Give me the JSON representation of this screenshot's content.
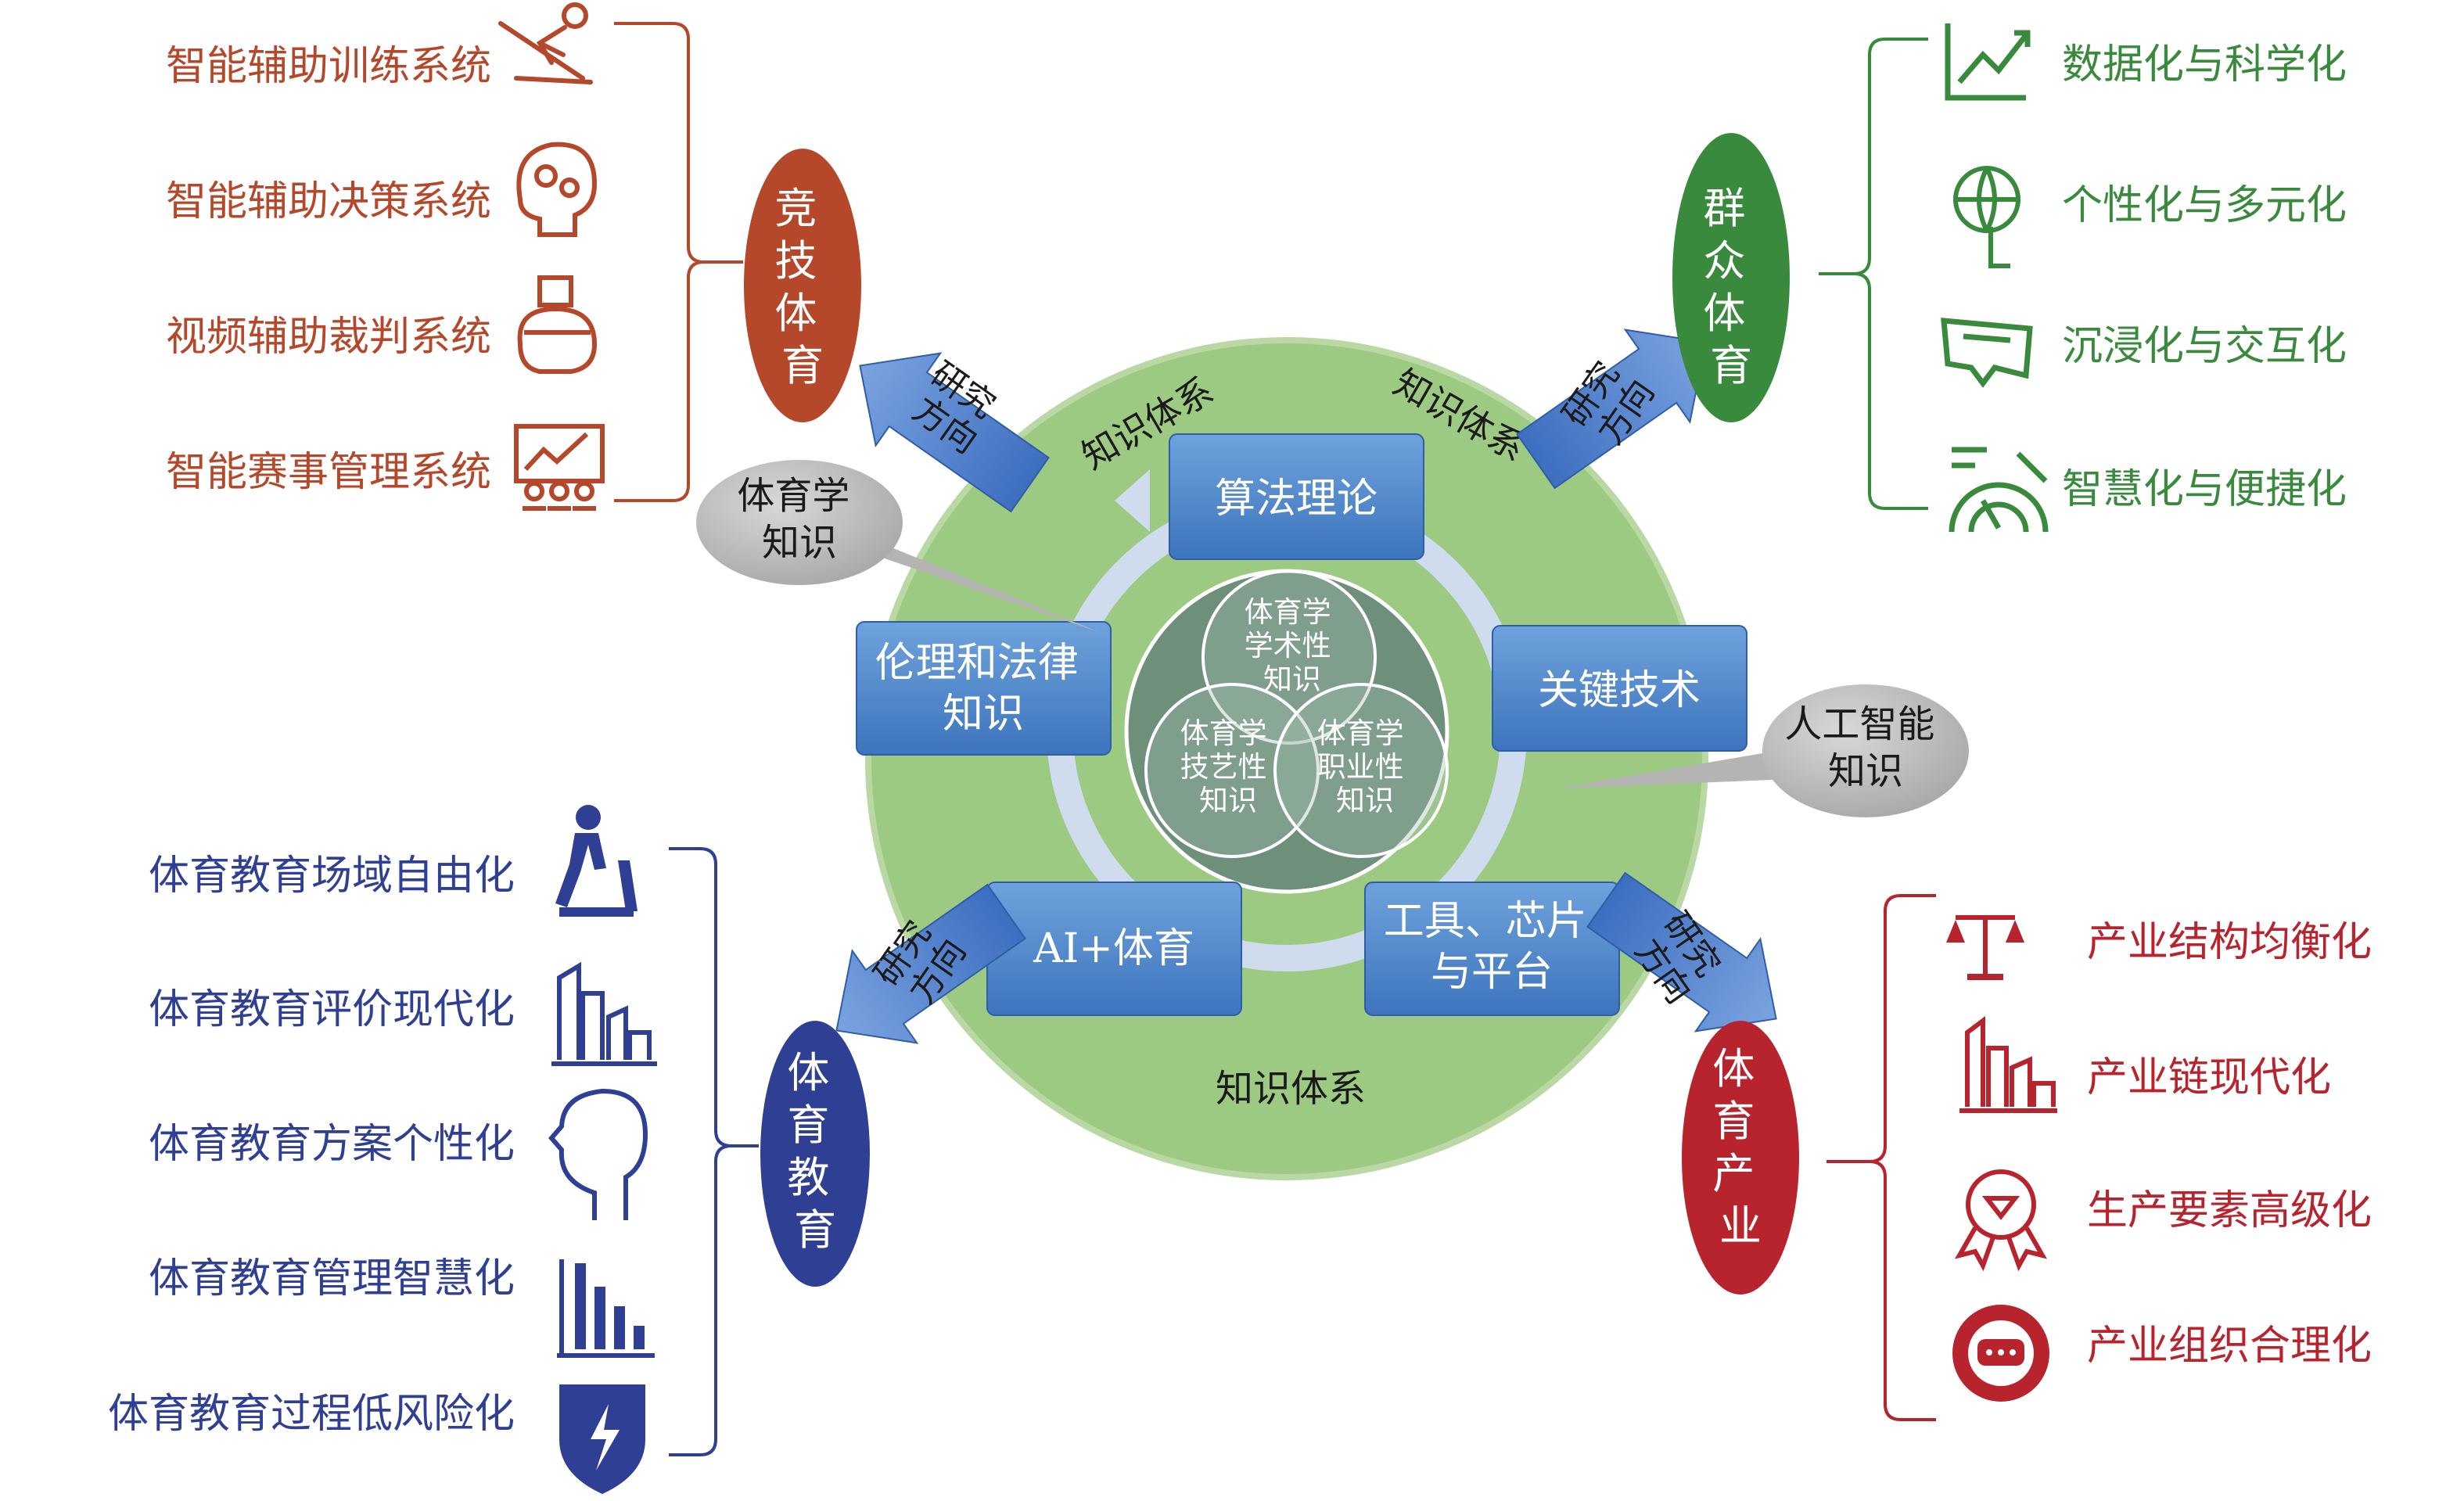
{
  "center": {
    "outer_label": "知识体系",
    "top_left_label": "知识体系",
    "top_right_label": "知识体系",
    "boxes": {
      "algorithm": "算法理论",
      "key_tech": "关键技术",
      "tools": [
        "工具、芯片",
        "与平台"
      ],
      "ai_sports": "AI+体育",
      "ethics": [
        "伦理和法律",
        "知识"
      ]
    },
    "venn": {
      "academic": [
        "体育学",
        "学术性",
        "知识"
      ],
      "artistic": [
        "体育学",
        "技艺性",
        "知识"
      ],
      "professional": [
        "体育学",
        "职业性",
        "知识"
      ]
    },
    "callouts": {
      "sports_knowledge": [
        "体育学",
        "知识"
      ],
      "ai_knowledge": [
        "人工智能",
        "知识"
      ]
    }
  },
  "arrow_label": [
    "研究",
    "方向"
  ],
  "quadrants": {
    "competitive": {
      "title": [
        "竞",
        "技",
        "体",
        "育"
      ],
      "color": "#b5482a",
      "items": [
        "智能辅助训练系统",
        "智能辅助决策系统",
        "视频辅助裁判系统",
        "智能赛事管理系统"
      ],
      "icons": [
        "skier-icon",
        "brain-gears-icon",
        "vr-head-icon",
        "presentation-icon"
      ]
    },
    "mass": {
      "title": [
        "群",
        "众",
        "体",
        "育"
      ],
      "color": "#3a8a3e",
      "items": [
        "数据化与科学化",
        "个性化与多元化",
        "沉浸化与交互化",
        "智慧化与便捷化"
      ],
      "icons": [
        "chart-icon",
        "globe-touch-icon",
        "vr-goggles-icon",
        "gauge-icon"
      ]
    },
    "education": {
      "title": [
        "体",
        "育",
        "教",
        "育"
      ],
      "color": "#2f3f93",
      "items": [
        "体育教育场域自由化",
        "体育教育评价现代化",
        "体育教育方案个性化",
        "体育教育管理智慧化",
        "体育教育过程低风险化"
      ],
      "icons": [
        "treadmill-icon",
        "city-icon",
        "head-icon",
        "bar-chart-icon",
        "shield-bolt-icon"
      ]
    },
    "industry": {
      "title": [
        "体",
        "育",
        "产",
        "业"
      ],
      "color": "#b8242e",
      "items": [
        "产业结构均衡化",
        "产业链现代化",
        "生产要素高级化",
        "产业组织合理化"
      ],
      "icons": [
        "scale-icon",
        "factory-icon",
        "award-icon",
        "chat-icon"
      ]
    }
  }
}
